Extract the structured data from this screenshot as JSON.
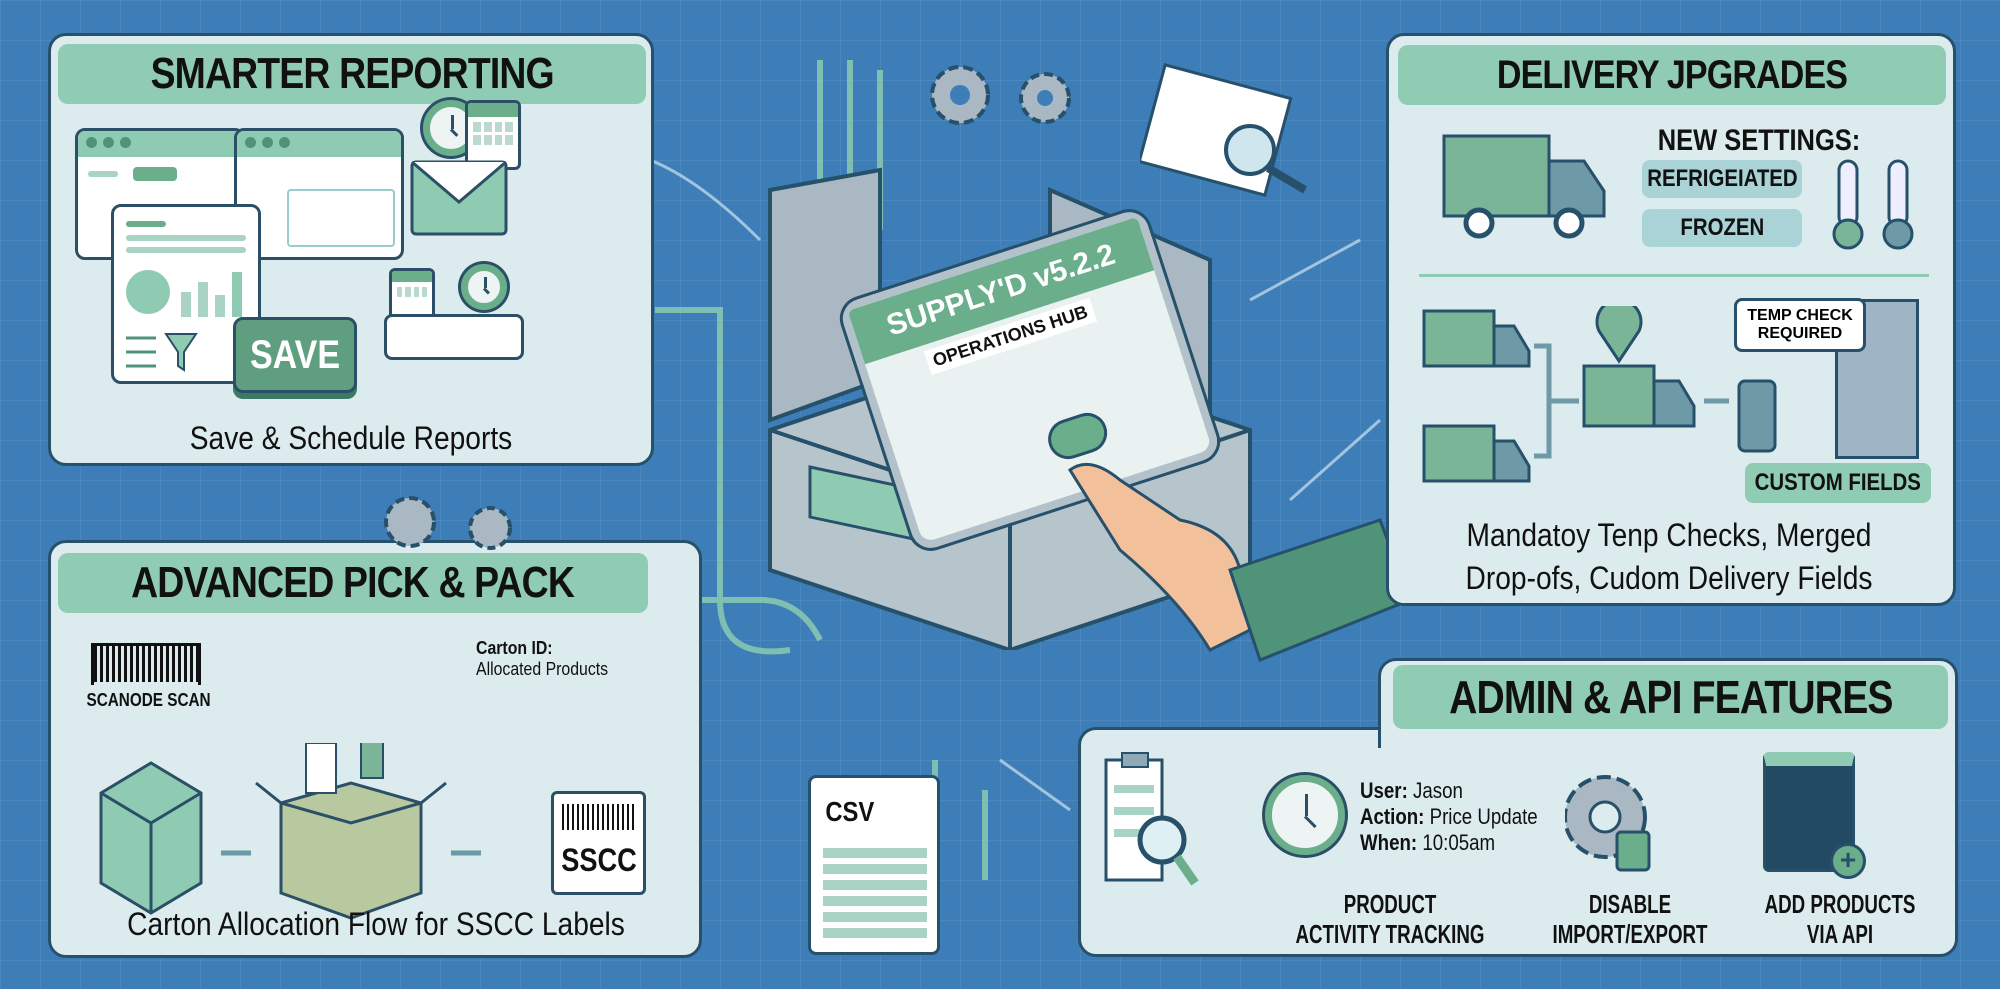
{
  "reporting": {
    "title": "SMARTER REPORTING",
    "save_button": "SAVE",
    "caption": "Save & Schedule Reports"
  },
  "delivery": {
    "title": "DELIVERY JPGRADES",
    "settings_label": "NEW SETTINGS:",
    "options": [
      "REFRIGEIATED",
      "FROZEN"
    ],
    "temp_bubble": "TEMP CHECK REQUIRED",
    "custom_fields": "CUSTOM FIELDS",
    "caption_line1": "Mandatoy Tenp Checks, Merged",
    "caption_line2": "Drop-ofs, Cudom Delivery Fields"
  },
  "pickpack": {
    "title": "ADVANCED PICK & PACK",
    "scan_label": "SCANODE SCAN",
    "carton_id_label": "Carton ID:",
    "carton_id_value": "Allocated Products",
    "sscc_label": "SSCC",
    "caption": "Carton Allocation Flow for SSCC Labels"
  },
  "hub": {
    "screen_title": "SUPPLY'D v5.2.2",
    "screen_subtitle": "OPERATIONS HUB"
  },
  "csv": {
    "label": "CSV"
  },
  "admin": {
    "title": "ADMIN & API FEATURES",
    "activity": {
      "user_key": "User:",
      "user_val": "Jason",
      "action_key": "Action:",
      "action_val": "Price Update",
      "when_key": "When:",
      "when_val": "10:05am"
    },
    "features": [
      "PRODUCT\nACTIVITY TRACKING",
      "DISABLE\nIMPORT/EXPORT",
      "ADD PRODUCTS\nVIA API"
    ]
  },
  "colors": {
    "background": "#3d7db8",
    "panel": "#dcebed",
    "header": "#90cbb3",
    "accent": "#6aae8c",
    "outline": "#27506a"
  }
}
